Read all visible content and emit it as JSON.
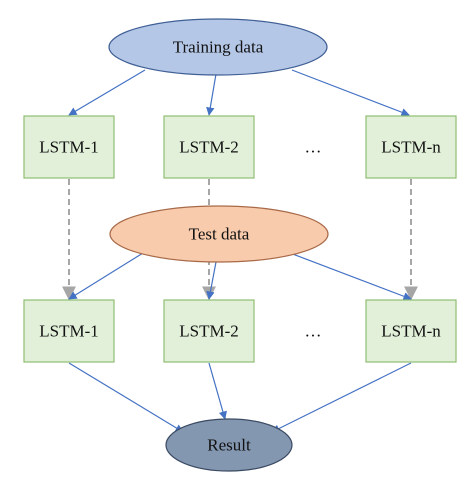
{
  "colors": {
    "training_fill": "#b4c7e7",
    "training_stroke": "#3f5f95",
    "test_fill": "#f8cbad",
    "test_stroke": "#a86a48",
    "result_fill": "#8497b0",
    "result_stroke": "#3b4a63",
    "lstm_fill": "#e2f0d9",
    "lstm_stroke": "#8fbf72",
    "arrow_solid": "#4472c4",
    "arrow_dashed": "#a6a6a6"
  },
  "nodes": {
    "training_data": {
      "label": "Training data"
    },
    "test_data": {
      "label": "Test data"
    },
    "result": {
      "label": "Result"
    },
    "top_row": {
      "lstm_1": {
        "label": "LSTM-1"
      },
      "lstm_2": {
        "label": "LSTM-2"
      },
      "ellipsis": {
        "label": "…"
      },
      "lstm_n": {
        "label": "LSTM-n"
      }
    },
    "bottom_row": {
      "lstm_1": {
        "label": "LSTM-1"
      },
      "lstm_2": {
        "label": "LSTM-2"
      },
      "ellipsis": {
        "label": "…"
      },
      "lstm_n": {
        "label": "LSTM-n"
      }
    }
  }
}
